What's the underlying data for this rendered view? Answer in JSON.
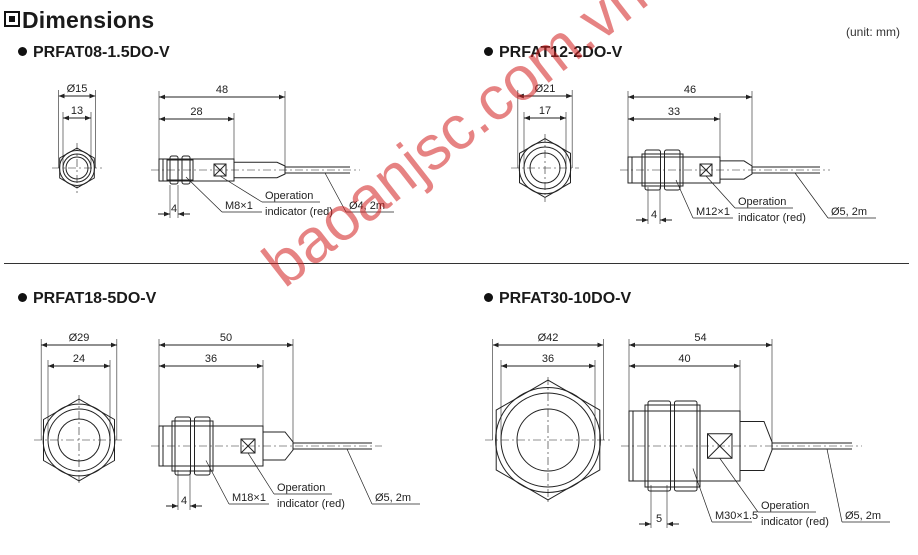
{
  "header": {
    "title": "Dimensions",
    "unit": "(unit: mm)"
  },
  "models": [
    {
      "name": "PRFAT08-1.5DO-V",
      "front": {
        "outer": "Ø15",
        "inner": "13"
      },
      "side": {
        "length": "48",
        "body": "28",
        "nut": "4",
        "thread": "M8×1",
        "indicator": [
          "Operation",
          "indicator (red)"
        ],
        "cable": "Ø4, 2m"
      }
    },
    {
      "name": "PRFAT12-2DO-V",
      "front": {
        "outer": "Ø21",
        "inner": "17"
      },
      "side": {
        "length": "46",
        "body": "33",
        "nut": "4",
        "thread": "M12×1",
        "indicator": [
          "Operation",
          "indicator (red)"
        ],
        "cable": "Ø5, 2m"
      }
    },
    {
      "name": "PRFAT18-5DO-V",
      "front": {
        "outer": "Ø29",
        "inner": "24"
      },
      "side": {
        "length": "50",
        "body": "36",
        "nut": "4",
        "thread": "M18×1",
        "indicator": [
          "Operation",
          "indicator (red)"
        ],
        "cable": "Ø5, 2m"
      }
    },
    {
      "name": "PRFAT30-10DO-V",
      "front": {
        "outer": "Ø42",
        "inner": "36"
      },
      "side": {
        "length": "54",
        "body": "40",
        "nut": "5",
        "thread": "M30×1.5",
        "indicator": [
          "Operation",
          "indicator (red)"
        ],
        "cable": "Ø5, 2m"
      }
    }
  ],
  "watermark": "baoanjsc.com.vn",
  "colors": {
    "line": "#222222",
    "watermark": "#d21e1e"
  }
}
